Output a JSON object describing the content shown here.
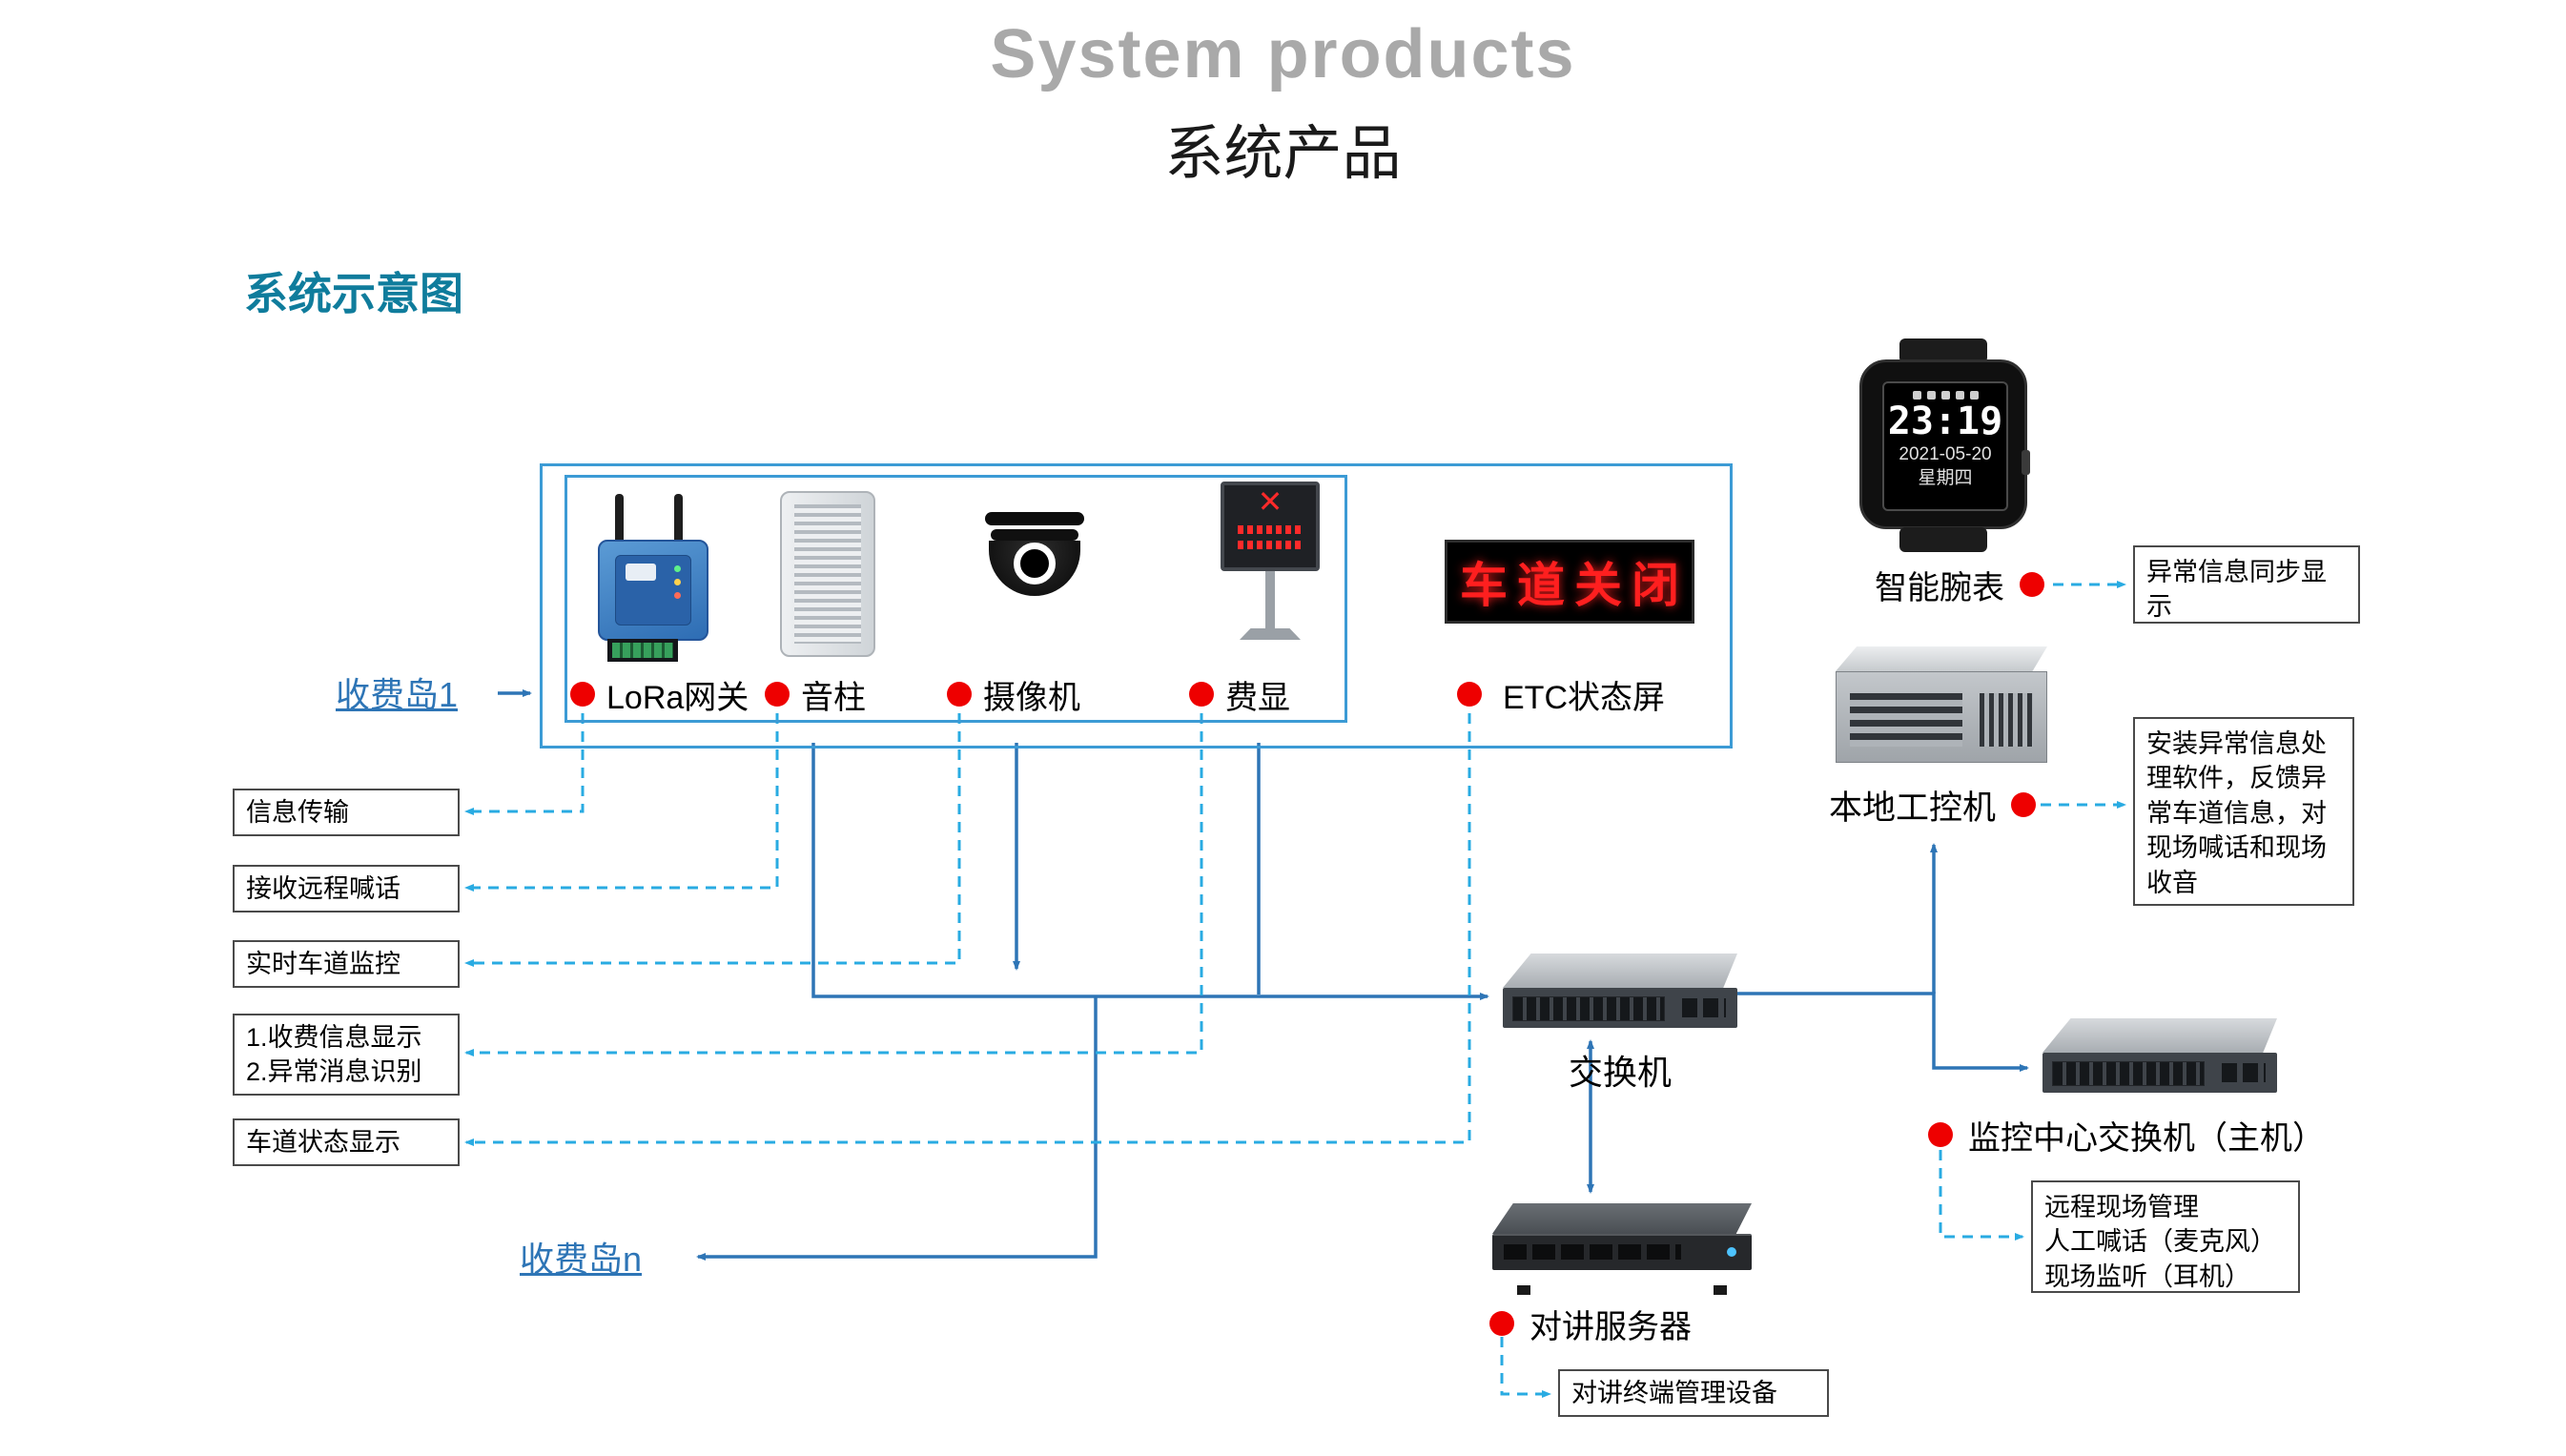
{
  "header": {
    "title_en": "System products",
    "title_zh": "系统产品"
  },
  "section_label": "系统示意图",
  "islands": {
    "island1": "收费岛1",
    "island_n": "收费岛n"
  },
  "devices": {
    "lora": {
      "label": "LoRa网关"
    },
    "speaker": {
      "label": "音柱"
    },
    "camera": {
      "label": "摄像机"
    },
    "fee_display": {
      "label": "费显",
      "screen_symbol": "✕"
    },
    "etc_screen": {
      "label": "ETC状态屏",
      "screen_text": "车道关闭"
    },
    "smart_watch": {
      "label": "智能腕表",
      "time": "23:19",
      "date": "2021-05-20",
      "weekday": "星期四"
    },
    "local_ipc": {
      "label": "本地工控机"
    },
    "switch": {
      "label": "交换机"
    },
    "center_switch": {
      "label": "监控中心交换机（主机）"
    },
    "intercom_server": {
      "label": "对讲服务器"
    }
  },
  "function_boxes": {
    "info_transfer": "信息传输",
    "remote_shout": "接收远程喊话",
    "lane_monitor": "实时车道监控",
    "fee_info": "1.收费信息显示\n2.异常消息识别",
    "lane_status": "车道状态显示"
  },
  "notes": {
    "watch_note": "异常信息同步显示",
    "ipc_note": "安装异常信息处理软件，反馈异常车道信息，对现场喊话和现场收音",
    "center_note": "远程现场管理\n人工喊话（麦克风）\n现场监听（耳机）",
    "server_note": "对讲终端管理设备"
  },
  "colors": {
    "solid_line": "#2E75B6",
    "dashed_line": "#29ABE2",
    "red_dot": "#EE0000",
    "led_red": "#FF1F1F",
    "frame_blue": "#3C9BD5",
    "title_gray": "#A9A9A9",
    "section_teal": "#0F7C9C"
  }
}
